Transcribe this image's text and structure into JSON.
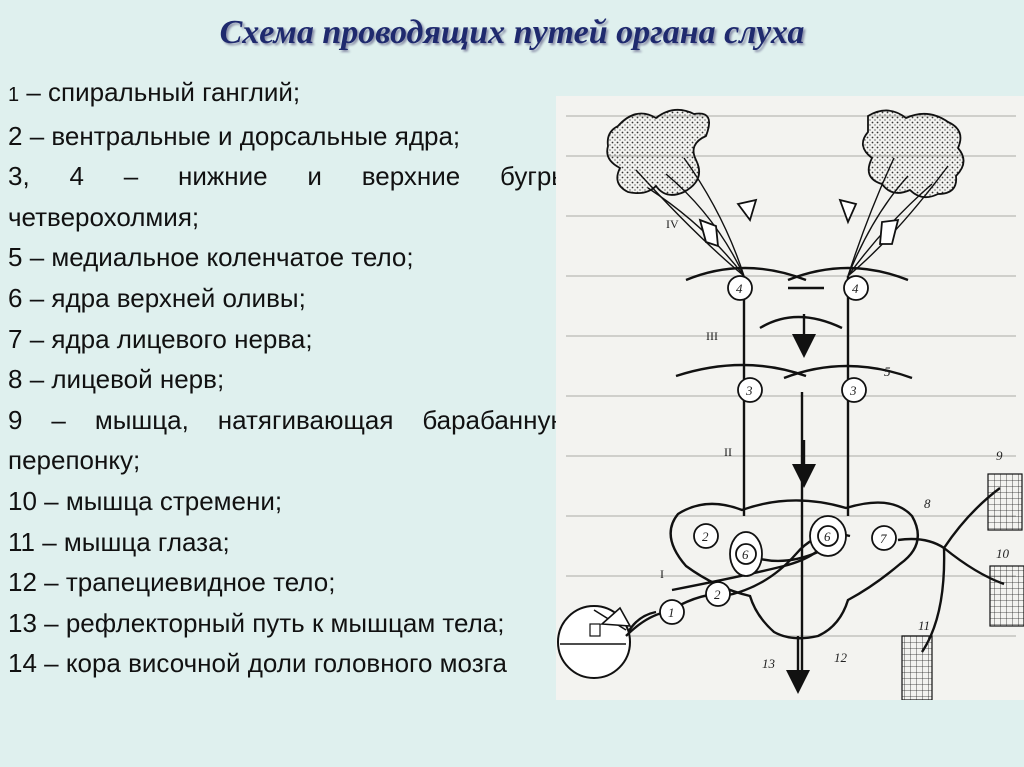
{
  "title": "Схема проводящих путей органа слуха",
  "legend": [
    {
      "num": "1",
      "text": " – спиральный ганглий;"
    },
    {
      "num": "2",
      "text": " – вентральные и дорсальные ядра;"
    },
    {
      "num": "3, 4",
      "text": " – нижние и верхние бугры четверохолмия;"
    },
    {
      "num": "5",
      "text": " – медиальное коленчатое тело;"
    },
    {
      "num": "6",
      "text": " – ядра верхней оливы;"
    },
    {
      "num": "7",
      "text": " – ядра лицевого нерва;"
    },
    {
      "num": "8",
      "text": " – лицевой нерв;"
    },
    {
      "num": "9",
      "text": " – мышца, натягивающая барабанную перепонку;"
    },
    {
      "num": "10",
      "text": " – мышца стремени;"
    },
    {
      "num": "11",
      "text": " – мышца глаза;"
    },
    {
      "num": "12",
      "text": " – трапециевидное тело;"
    },
    {
      "num": "13",
      "text": " – рефлекторный путь к мышцам тела;"
    },
    {
      "num": "14",
      "text": " – кора височной доли головного мозга"
    }
  ],
  "figure": {
    "roman_labels": [
      "IV",
      "III",
      "II",
      "I"
    ],
    "node_labels": [
      "4",
      "4",
      "3",
      "3",
      "2",
      "2",
      "6",
      "6",
      "7",
      "1"
    ],
    "side_labels": [
      "5",
      "8",
      "9",
      "10",
      "11",
      "12",
      "13"
    ]
  }
}
